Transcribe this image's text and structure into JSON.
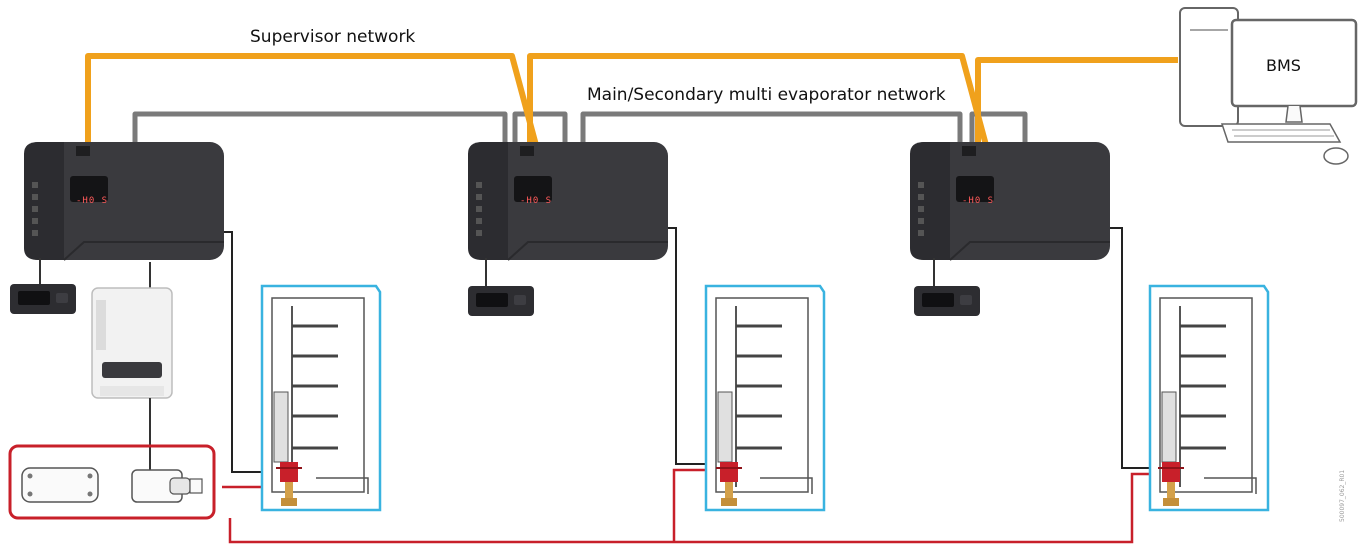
{
  "labels": {
    "supervisor_network": "Supervisor network",
    "main_secondary_network": "Main/Secondary multi evaporator network",
    "bms": "BMS"
  },
  "controllers": [
    {
      "display": "-H0 S"
    },
    {
      "display": "-H0 S"
    },
    {
      "display": "-H0 S"
    }
  ],
  "colors": {
    "supervisor_cable": "#f0a11c",
    "main_secondary_cable": "#7a7a7a",
    "valve_cable": "#c8202a",
    "sensor_wire": "#333333",
    "showcase_outline": "#39b3e0",
    "controller_body": "#3a3a3e",
    "valve": "#c8202a"
  },
  "code_ref": "500097_062_R01"
}
